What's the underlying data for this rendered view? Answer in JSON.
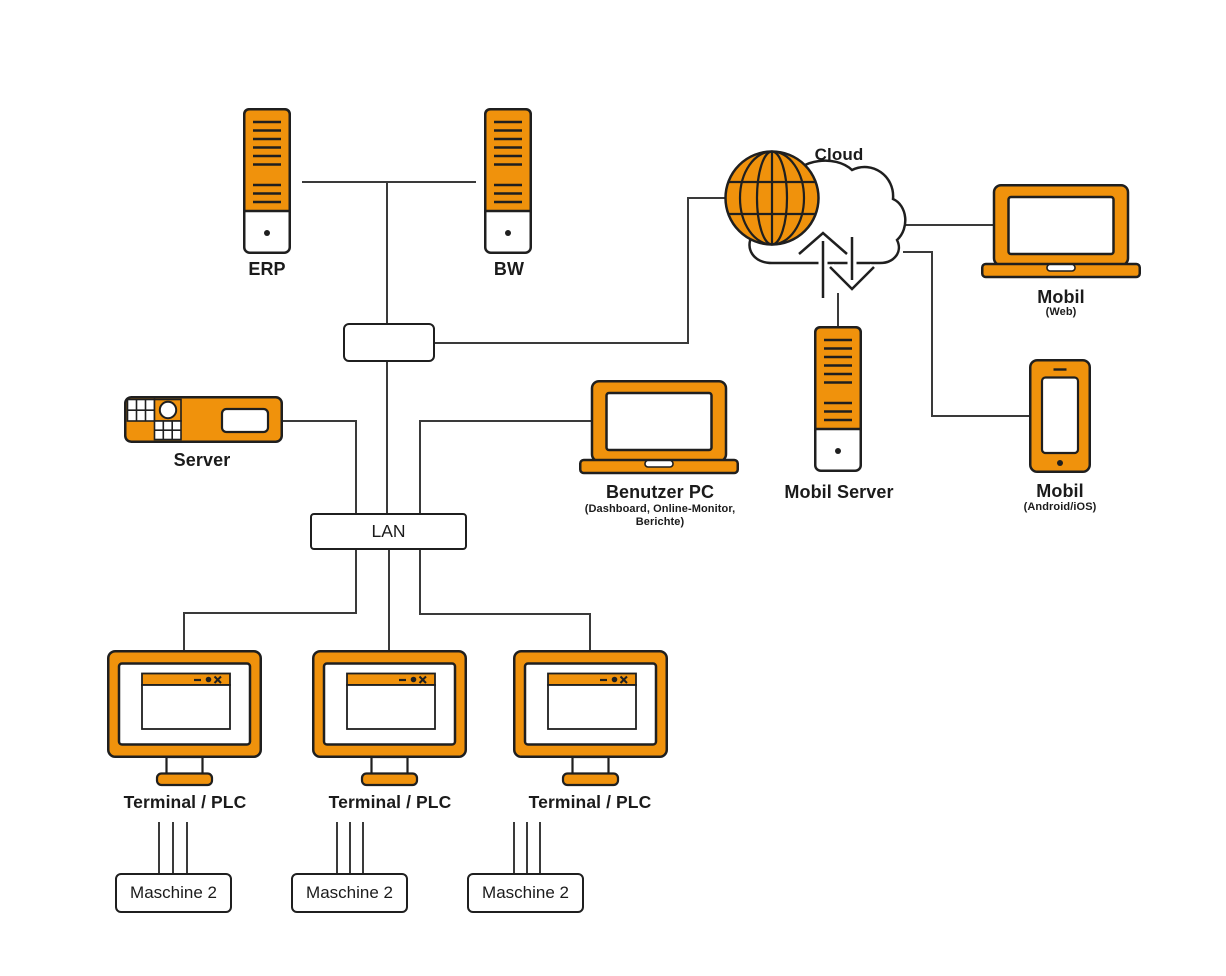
{
  "colors": {
    "accent": "#F0920C",
    "outline": "#1F1F1F",
    "line": "#3A3A3A",
    "text": "#1B1B1B",
    "background": "#FFFFFF"
  },
  "nodes": {
    "erp": {
      "label": "ERP"
    },
    "bw": {
      "label": "BW"
    },
    "cloud": {
      "label": "Cloud"
    },
    "mobil_web": {
      "label": "Mobil",
      "sublabel": "(Web)"
    },
    "mobil_server": {
      "label": "Mobil Server"
    },
    "mobil_app": {
      "label": "Mobil",
      "sublabel": "(Android/iOS)"
    },
    "server": {
      "label": "Server"
    },
    "benutzer_pc": {
      "label": "Benutzer PC",
      "sublabel": "(Dashboard, Online-Monitor,\nBerichte)"
    },
    "lan": {
      "label": "LAN"
    },
    "terminal_1": {
      "label": "Terminal / PLC"
    },
    "terminal_2": {
      "label": "Terminal / PLC"
    },
    "terminal_3": {
      "label": "Terminal / PLC"
    },
    "maschine_1": {
      "label": "Maschine 2"
    },
    "maschine_2": {
      "label": "Maschine 2"
    },
    "maschine_3": {
      "label": "Maschine 2"
    }
  }
}
